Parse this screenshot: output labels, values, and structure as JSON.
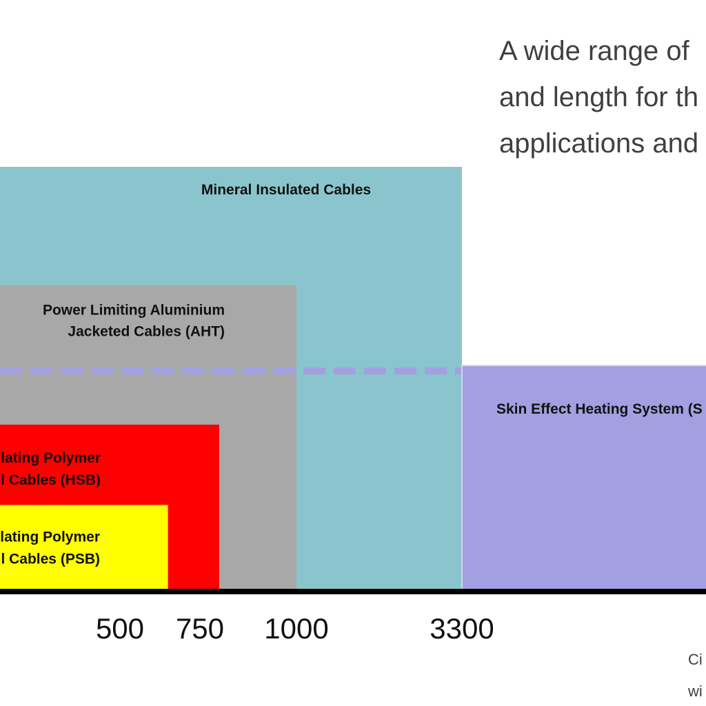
{
  "intro": {
    "lines": [
      "A wide range of",
      "and length for th",
      "applications and"
    ]
  },
  "note": {
    "lines": [
      "Ci",
      "wi"
    ]
  },
  "chart_data": {
    "type": "bar",
    "x_ticks": [
      {
        "label": "500",
        "value": 500
      },
      {
        "label": "750",
        "value": 750
      },
      {
        "label": "1000",
        "value": 1000
      },
      {
        "label": "3300",
        "value": 3300
      }
    ],
    "series": [
      {
        "name": "Mineral Insulated Cables",
        "label_lines": [
          "Mineral Insulated Cables"
        ],
        "x_end": 3300,
        "relative_height": 1.0,
        "color": "#8ac5cd"
      },
      {
        "name": "Power Limiting Aluminium Jacketed Cables (AHT)",
        "label_lines": [
          "Power Limiting Aluminium",
          "Jacketed Cables (AHT)"
        ],
        "x_end": 1000,
        "relative_height": 0.72,
        "color": "#a8a8a8"
      },
      {
        "name": "Skin Effect Heating System (S",
        "label_lines": [
          "Skin Effect Heating System (S"
        ],
        "x_start": 3300,
        "relative_height": 0.53,
        "color": "#a2a0e0"
      },
      {
        "name": "Self Regulating Polymer Insulated Cables (HSB)",
        "label_lines": [
          "lating Polymer",
          "l Cables (HSB)"
        ],
        "x_end": 800,
        "relative_height": 0.39,
        "color": "#ff0000"
      },
      {
        "name": "Self Regulating Polymer Insulated Cables (PSB)",
        "label_lines": [
          "lating Polymer",
          "l Cables (PSB)"
        ],
        "x_end": 650,
        "relative_height": 0.2,
        "color": "#ffff00"
      }
    ],
    "reference_line": {
      "relative_height": 0.53,
      "style": "dashed",
      "color": "#a2a0e0"
    },
    "grid": false,
    "legend": "none"
  }
}
